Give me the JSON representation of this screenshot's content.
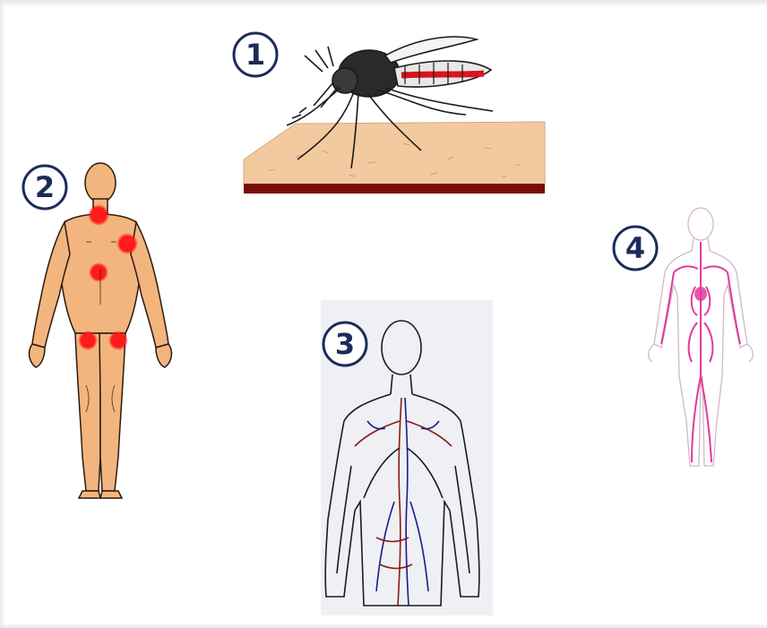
{
  "steps": [
    {
      "number": "1",
      "subject": "mosquito-biting-skin"
    },
    {
      "number": "2",
      "subject": "human-body-with-red-spots"
    },
    {
      "number": "3",
      "subject": "body-vascular-outline"
    },
    {
      "number": "4",
      "subject": "circulatory-system-figure"
    }
  ],
  "colors": {
    "badge_ring": "#1c2b5a",
    "skin": "#f3c9a0",
    "skin_band": "#7a0c0c",
    "body_fill": "#f3b57e",
    "spot_red": "#ff1a1a",
    "mosquito_red": "#d8141c",
    "vessel_pink": "#e23a9c",
    "outline": "#1a1a1a"
  },
  "icons": [
    "mosquito-icon",
    "human-body-icon",
    "vascular-body-icon",
    "circulatory-body-icon"
  ]
}
